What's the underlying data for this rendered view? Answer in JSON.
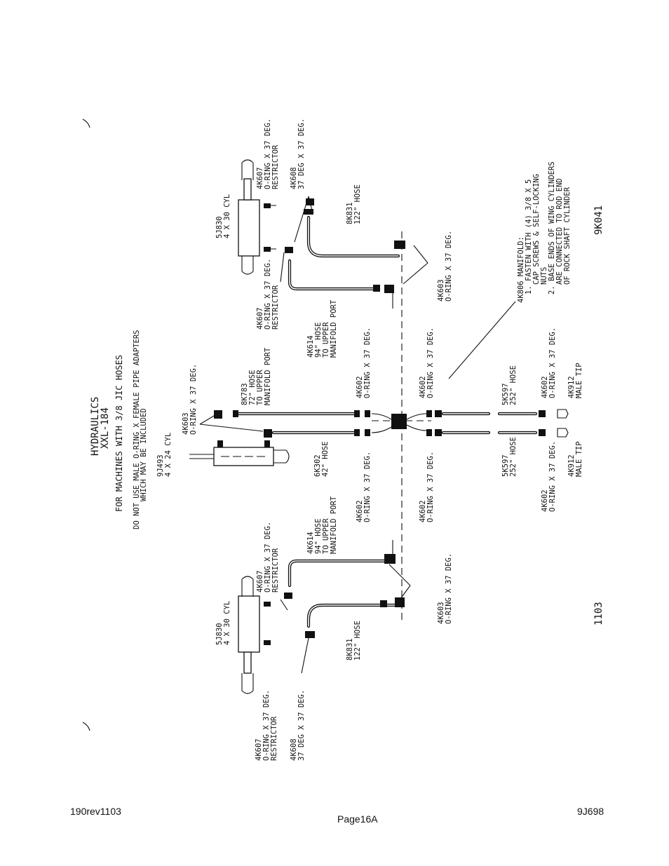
{
  "title": {
    "line1": "HYDRAULICS",
    "line2": "XXL-184",
    "line3": "FOR MACHINES WITH 3/8 JIC HOSES",
    "line4": "DO NOT USE MALE O-RING X FEMALE PIPE ADAPTERS",
    "line5": "WHICH MAY BE INCLUDED"
  },
  "labels": {
    "cyl_top": [
      "5J830",
      "4 X 30 CYL"
    ],
    "cyl_bottom": [
      "5J830",
      "4 X 30 CYL"
    ],
    "cyl_center": [
      "9J493",
      "4 X 24 CYL"
    ],
    "k607_tr": [
      "4K607",
      "O-RING X 37 DEG.",
      "RESTRICTOR"
    ],
    "k608_tr": [
      "4K608",
      "37 DEG X 37 DEG."
    ],
    "k607_tl": [
      "4K607",
      "O-RING X 37 DEG.",
      "RESTRICTOR"
    ],
    "k831_top": [
      "8K831",
      "122\" HOSE"
    ],
    "k603_top": [
      "4K603",
      "O-RING X 37 DEG."
    ],
    "k614_top": [
      "4K614",
      "94\" HOSE",
      "TO UPPER",
      "MANIFOLD PORT"
    ],
    "k783": [
      "8K783",
      "72\" HOSE",
      "TO UPPER",
      "MANIFOLD PORT"
    ],
    "k603_center": [
      "4K603",
      "O-RING X 37 DEG."
    ],
    "k602_a": [
      "4K602",
      "O-RING X 37 DEG."
    ],
    "k602_b": [
      "4K602",
      "O-RING X 37 DEG."
    ],
    "k302": [
      "6K302",
      "42\" HOSE"
    ],
    "k602_c": [
      "4K602",
      "O-RING X 37 DEG."
    ],
    "k602_d": [
      "4K602",
      "O-RING X 37 DEG."
    ],
    "k597_top": [
      "5K597",
      "252\" HOSE"
    ],
    "k597_bottom": [
      "5K597",
      "252\" HOSE"
    ],
    "k602_e": [
      "4K602",
      "O-RING X 37 DEG."
    ],
    "k912_top": [
      "4K912",
      "MALE TIP"
    ],
    "k602_f": [
      "4K602",
      "O-RING X 37 DEG."
    ],
    "k912_bottom": [
      "4K912",
      "MALE TIP"
    ],
    "manifold": [
      "4K806 MANIFOLD:",
      "1. FASTEN WITH (4) 3/8 X 5",
      "CAP SCREWS & SELF-LOCKING",
      "NUTS",
      "2. BASE ENDS OF WING CYLINDERS",
      "ARE CONNECTED TO ROD END",
      "OF ROCK SHAFT CYLINDER"
    ],
    "k614_bottom": [
      "4K614",
      "94\" HOSE",
      "TO UPPER",
      "MANIFOLD PORT"
    ],
    "k607_bl": [
      "4K607",
      "O-RING X 37 DEG.",
      "RESTRICTOR"
    ],
    "k603_bottom": [
      "4K603",
      "O-RING X 37 DEG."
    ],
    "k831_bottom": [
      "8K831",
      "122\" HOSE"
    ],
    "k607_br": [
      "4K607",
      "O-RING X 37 DEG.",
      "RESTRICTOR"
    ],
    "k608_br": [
      "4K608",
      "37 DEG X 37 DEG."
    ],
    "code_right": "9K041",
    "code_date": "1103"
  },
  "footer": {
    "left": "190rev1103",
    "center": "Page16A",
    "right": "9J698"
  }
}
